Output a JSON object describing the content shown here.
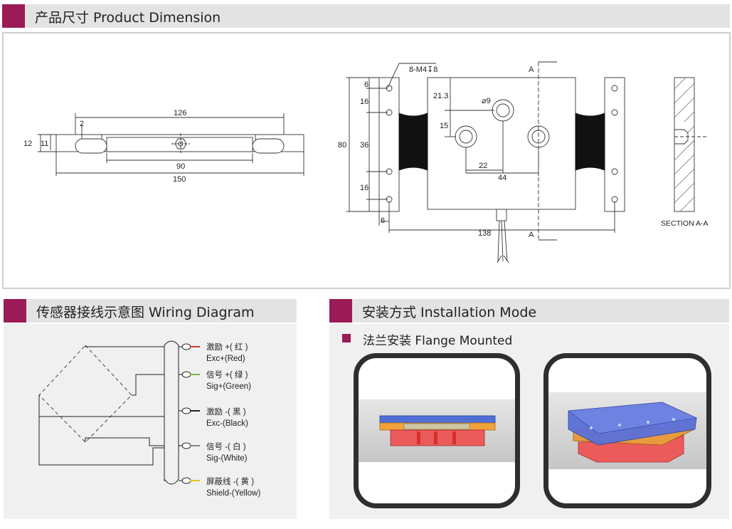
{
  "sections": {
    "dimension_title": "产品尺寸 Product Dimension",
    "wiring_title": "传感器接线示意图 Wiring Diagram",
    "install_title": "安装方式 Installation Mode",
    "install_sub": "法兰安装 Flange Mounted"
  },
  "side_view": {
    "d_126": "126",
    "d_2": "2",
    "d_12": "12",
    "d_11": "11",
    "d_90": "90",
    "d_150": "150"
  },
  "top_view": {
    "thread": "8-M4↧8",
    "d_6a": "6",
    "d_16a": "16",
    "d_80": "80",
    "d_36": "36",
    "d_16b": "16",
    "d_6b": "6",
    "d_21_3": "21.3",
    "d_phi9": "⌀9",
    "d_15": "15",
    "d_22": "22",
    "d_44": "44",
    "d_138": "138",
    "mark_a_top": "A",
    "mark_a_bottom": "A"
  },
  "section": {
    "label": "SECTION A-A"
  },
  "wiring": {
    "wires": [
      {
        "cn": "激励 +( 红 )",
        "en": "Exc+(Red)",
        "color": "#d23b2a"
      },
      {
        "cn": "信号 +( 绿 )",
        "en": "Sig+(Green)",
        "color": "#7ab648"
      },
      {
        "cn": "激励 -( 黑 )",
        "en": "Exc-(Black)",
        "color": "#222222"
      },
      {
        "cn": "信号 -( 白 )",
        "en": "Sig-(White)",
        "color": "#f2f2f2"
      },
      {
        "cn": "屏蔽线 -( 黄 )",
        "en": "Shield-(Yellow)",
        "color": "#e8c21e"
      }
    ]
  },
  "colors": {
    "accent": "#9a1b55",
    "header_bg": "#e3e3e3"
  }
}
